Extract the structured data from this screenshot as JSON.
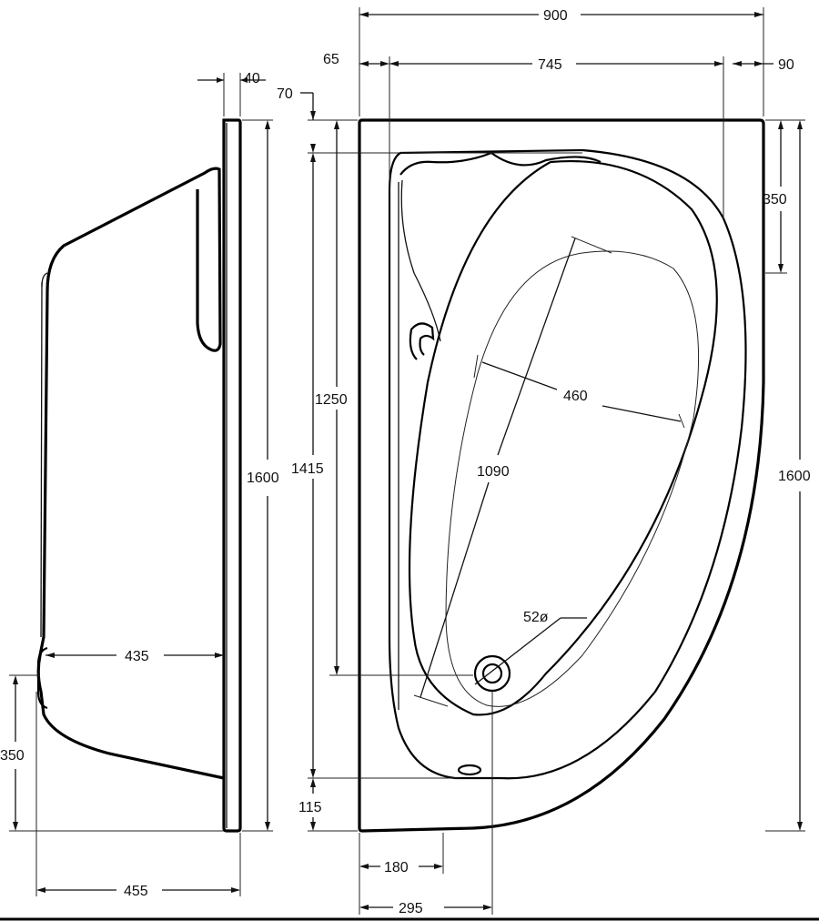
{
  "side_view": {
    "labels": {
      "rim_thickness": "40",
      "height": "1600",
      "depth_inner": "435",
      "outlet_height": "350",
      "depth_outer": "455"
    }
  },
  "plan_view": {
    "labels": {
      "overall_width": "900",
      "inner_width": "745",
      "left_offset": "65",
      "right_offset": "90",
      "top_offset": "70",
      "right_corner_depth": "350",
      "inner_length": "1250",
      "outer_length": "1415",
      "overall_length": "1600",
      "bottom_offset": "115",
      "bowl_width": "460",
      "bowl_length": "1090",
      "waste_diameter": "52ø",
      "waste_offset_a": "180",
      "waste_offset_b": "295"
    }
  }
}
